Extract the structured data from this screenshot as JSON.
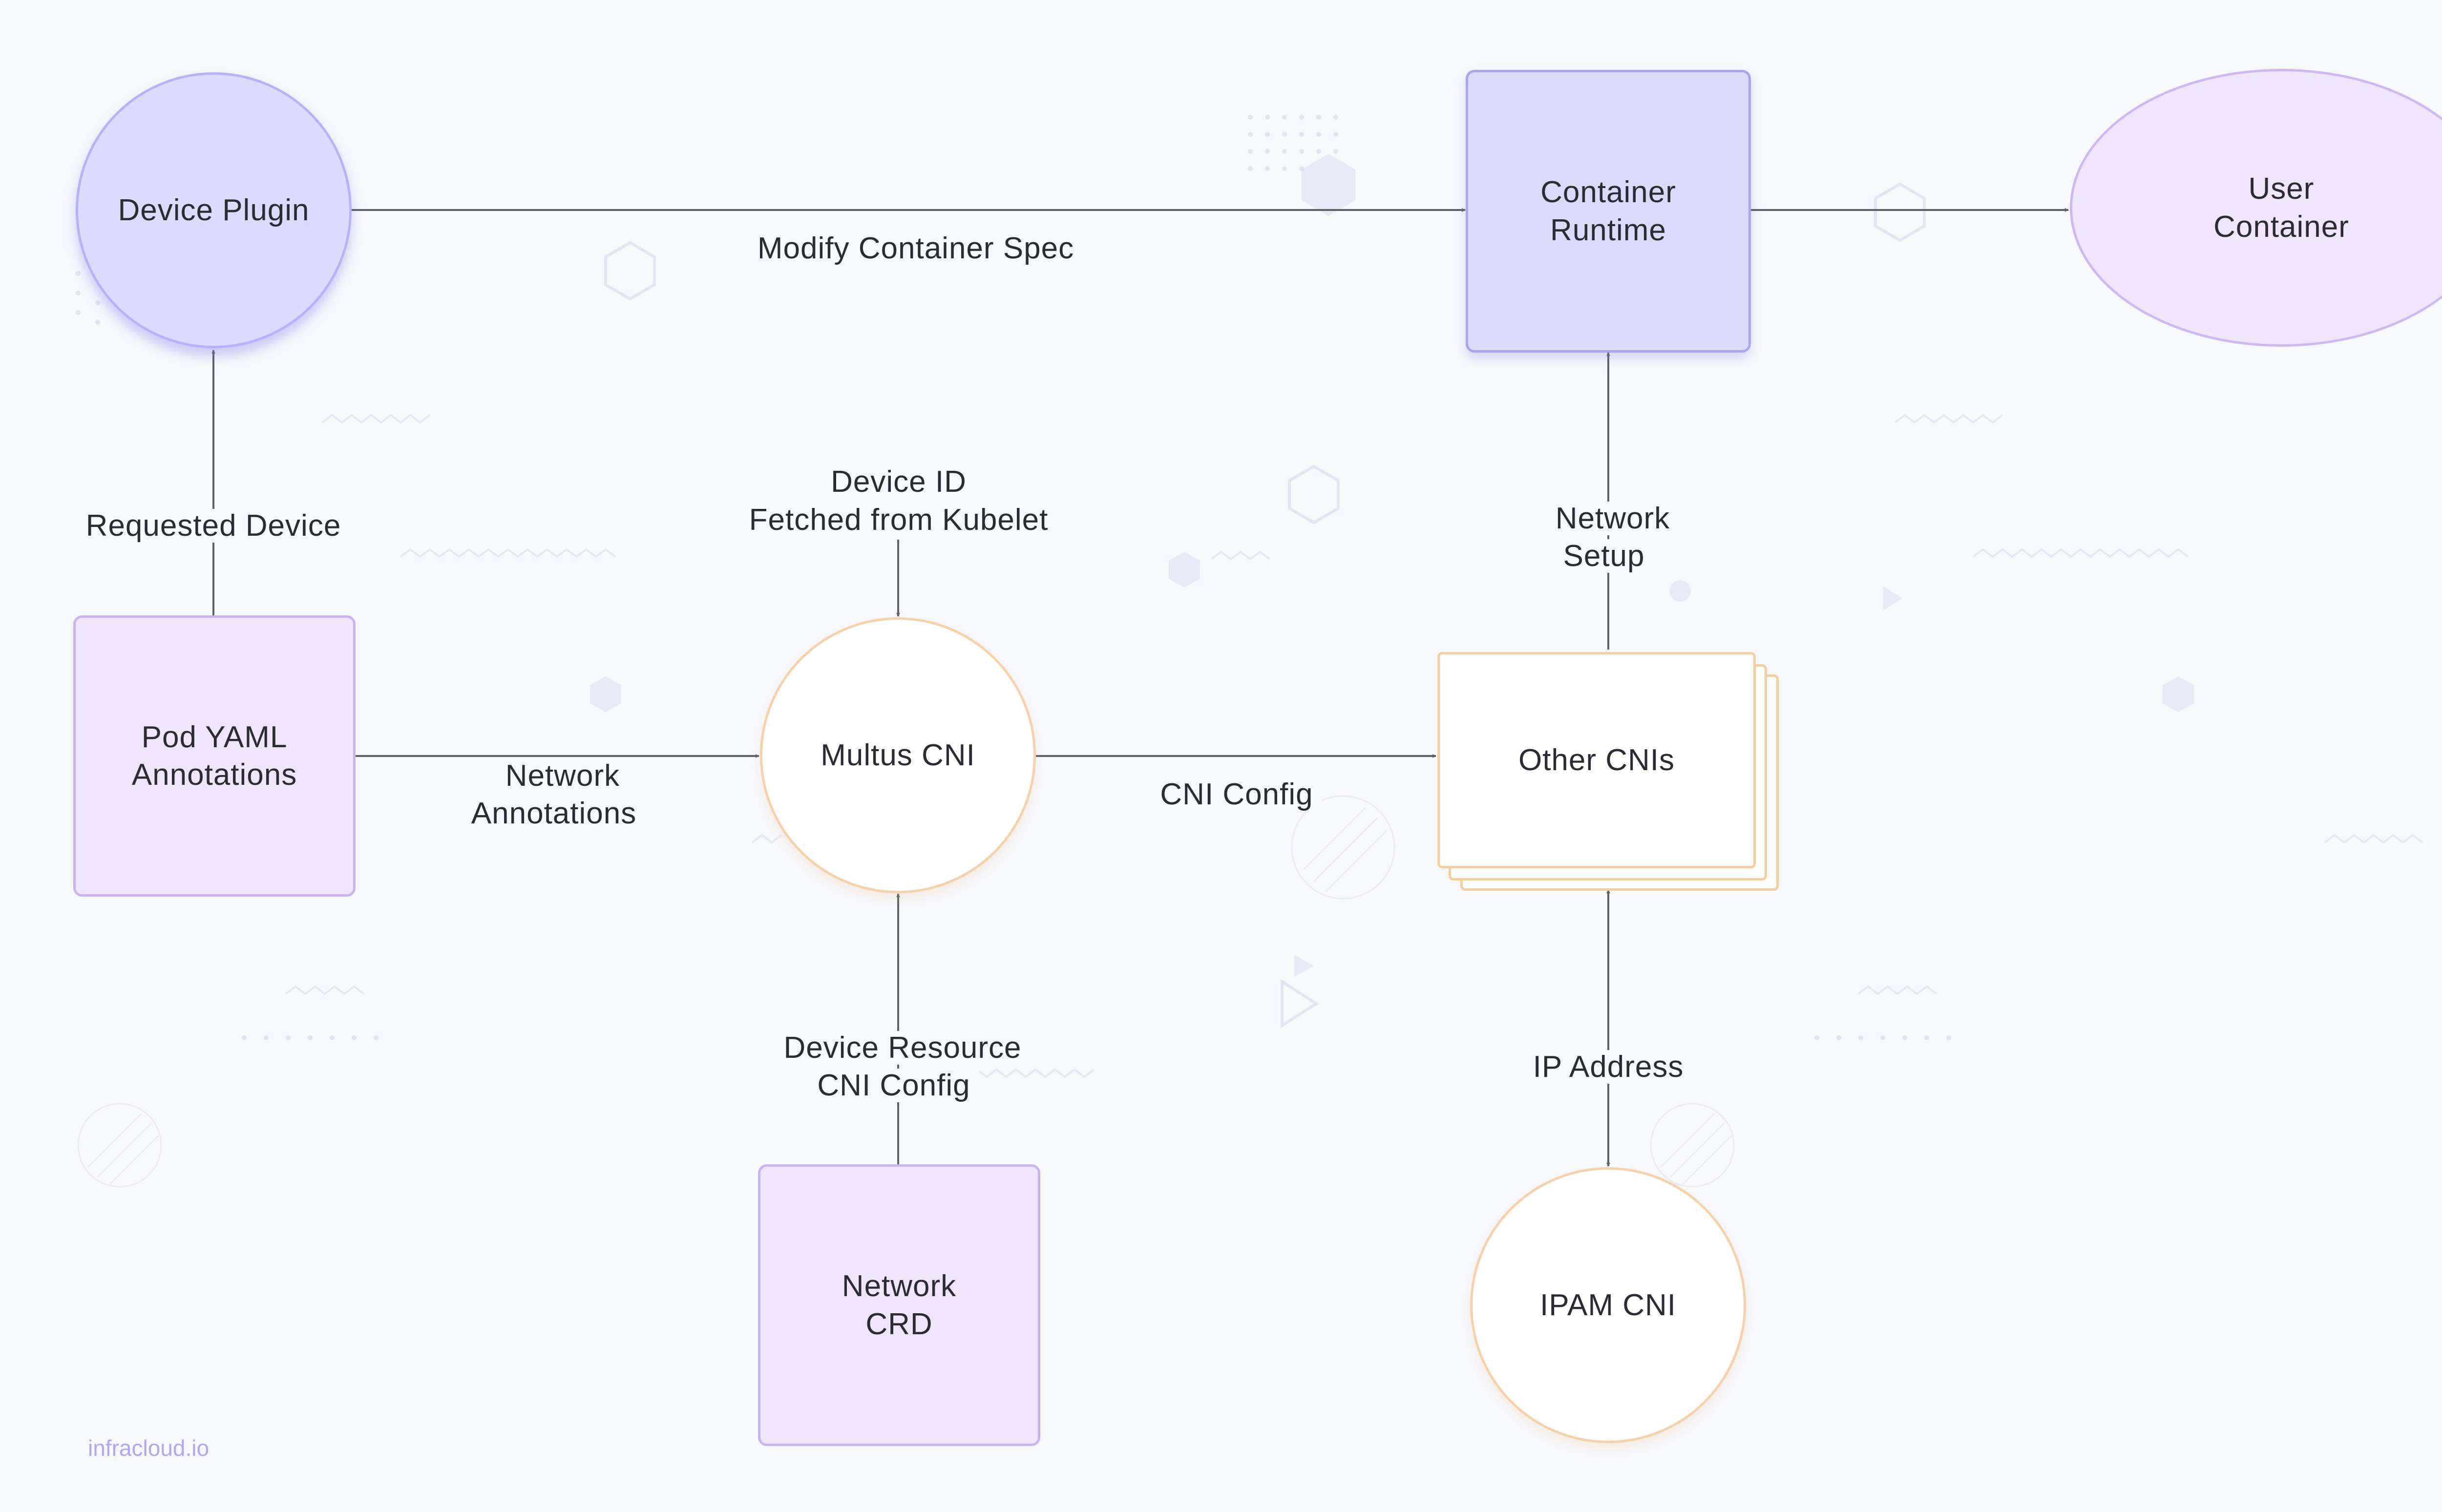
{
  "nodes": {
    "device_plugin": "Device Plugin",
    "container_runtime": "Container\nRuntime",
    "user_container": "User\nContainer",
    "pod_yaml": "Pod YAML\nAnnotations",
    "multus_cni": "Multus CNI",
    "other_cnis": "Other CNIs",
    "network_crd": "Network\nCRD",
    "ipam_cni": "IPAM CNI"
  },
  "edges": {
    "modify_container_spec": "Modify Container Spec",
    "requested_device": "Requested Device",
    "device_id": "Device ID\nFetched from Kubelet",
    "network_setup": "Network\nSetup",
    "network_annotations": "Network\nAnnotations",
    "cni_config": "CNI Config",
    "device_resource": "Device Resource\nCNI Config",
    "ip_address": "IP Address"
  },
  "watermark": "infracloud.io",
  "colors": {
    "primary_node_fill": "#dcdaff",
    "secondary_node_fill": "#efe5fd",
    "cni_node_border": "#f6cf9f",
    "connector": "#5f6068",
    "background": "#f7f8fc"
  }
}
